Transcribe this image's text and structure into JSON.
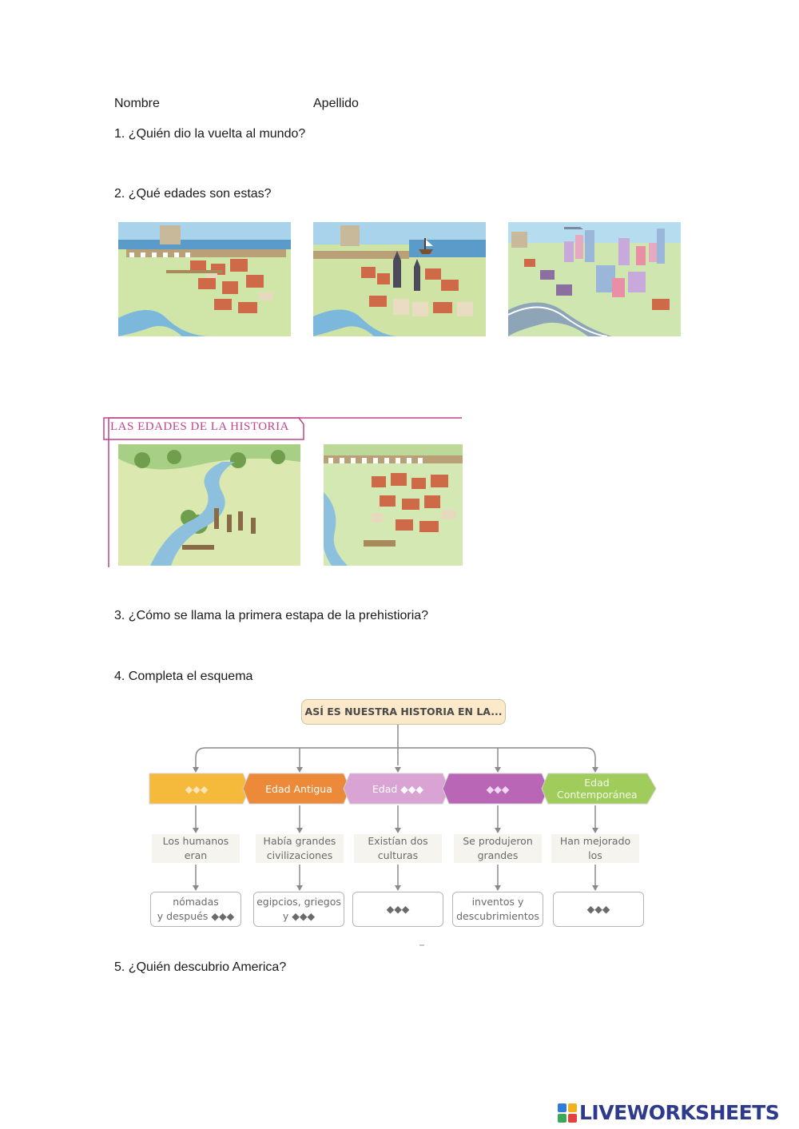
{
  "header": {
    "nombre_label": "Nombre",
    "apellido_label": "Apellido"
  },
  "questions": {
    "q1": "1. ¿Quién dio la vuelta al mundo?",
    "q2": "2. ¿Qué edades son estas?",
    "q3": "3. ¿Cómo se llama la primera estapa de la prehistioria?",
    "q4": "4. Completa el esquema",
    "q5": "5. ¿Quién descubrio America?"
  },
  "frame": {
    "title": "LAS EDADES DE LA HISTORIA",
    "accent": "#c2438a"
  },
  "scheme": {
    "title": "ASÍ ES NUESTRA HISTORIA EN LA...",
    "periods": [
      {
        "label": "◆◆◆",
        "color": "#f5b93c"
      },
      {
        "label": "Edad Antigua",
        "color": "#ec8a3a"
      },
      {
        "label": "Edad ◆◆◆",
        "color": "#d9a3d4"
      },
      {
        "label": "◆◆◆",
        "color": "#b966b7"
      },
      {
        "label": "Edad Contemporánea",
        "color": "#9fcc5a"
      }
    ],
    "descriptions": [
      {
        "line1": "Los humanos",
        "line2": "eran"
      },
      {
        "line1": "Había grandes",
        "line2": "civilizaciones"
      },
      {
        "line1": "Existían dos",
        "line2": "culturas"
      },
      {
        "line1": "Se produjeron",
        "line2": "grandes"
      },
      {
        "line1": "Han mejorado",
        "line2": "los"
      }
    ],
    "answers": [
      {
        "line1": "nómadas",
        "line2": "y después ◆◆◆"
      },
      {
        "line1": "egipcios, griegos",
        "line2": "y ◆◆◆"
      },
      {
        "line1": "◆◆◆",
        "line2": ""
      },
      {
        "line1": "inventos y",
        "line2": "descubrimientos"
      },
      {
        "line1": "◆◆◆",
        "line2": ""
      }
    ]
  },
  "logo": {
    "text": "LIVEWORKSHEETS",
    "color": "#2e3a8c"
  }
}
